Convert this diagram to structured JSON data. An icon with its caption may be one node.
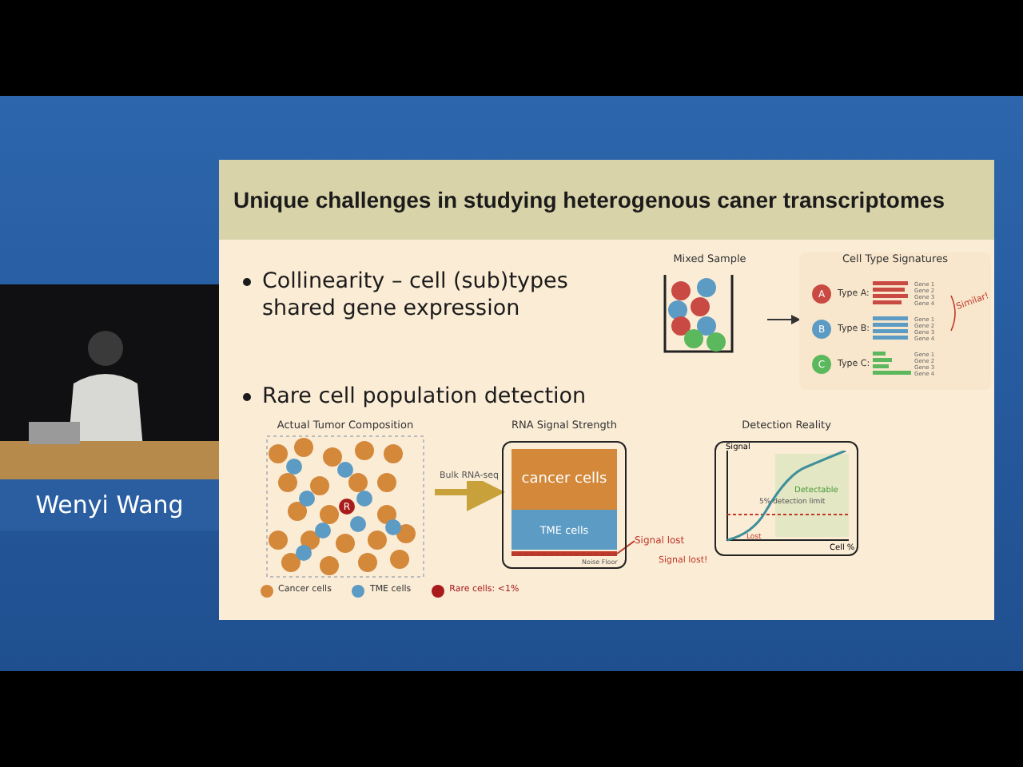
{
  "diagram": {
    "title": "Unique challenges in studying heterogenous caner transcriptomes",
    "nodes": [
      {
        "text": [
          "Mixed Sample"
        ]
      },
      {
        "text": [
          "Cell Type Signatures"
        ]
      },
      {
        "text": [
          "A"
        ],
        "in": 1,
        "beside": [
          "Type A:"
        ]
      },
      {
        "text": [
          "B"
        ],
        "in": 1,
        "beside": [
          "Type B:"
        ]
      },
      {
        "text": [
          "C"
        ],
        "in": 1,
        "beside": [
          "Type C:"
        ]
      },
      {
        "text": [
          "Actual Tumor Composition"
        ]
      },
      {
        "text": [
          "R"
        ],
        "in": 5
      },
      {
        "text": [
          "RNA Signal Strength"
        ]
      },
      {
        "text": [
          "cancer cells"
        ],
        "in": 7
      },
      {
        "text": [
          "TME cells"
        ],
        "in": 7
      },
      {
        "text": [
          "Detection Reality"
        ]
      },
      {
        "text": [
          "Signal lost"
        ]
      },
      {
        "text": [],
        "shape": "bar",
        "in": 7,
        "beside": [
          "Noise Floor"
        ]
      }
    ],
    "edges": [
      {
        "from": 0,
        "to": 1,
        "arrow": "to"
      },
      {
        "from": 5,
        "to": 7,
        "arrow": "to",
        "label": "Bulk RNA-seq",
        "style": "thick",
        "color": "#c9a13a"
      },
      {
        "from": 11,
        "to": 12,
        "arrow": "none",
        "color": "#c0392b"
      }
    ],
    "labels": [
      "Collinearity – cell (sub)types shared gene expression",
      "Gene 1",
      "Gene 2",
      "Gene 3",
      "Gene 4",
      "Gene 1",
      "Gene 2",
      "Gene 3",
      "Gene 4",
      "Gene 1",
      "Gene 2",
      "Gene 3",
      "Gene 4",
      "Similar!",
      "Rare cell population detection",
      "Signal",
      "Detectable",
      "5% detection limit",
      "Signal lost!",
      "Lost",
      "Cell %",
      "Wenyi Wang"
    ],
    "legend": [
      {
        "text": "Cancer cells",
        "color": "#d4883a"
      },
      {
        "text": "TME cells",
        "color": "#5b9bc4"
      },
      {
        "text": "Rare cells: <1%",
        "color": "#a81c1c"
      }
    ]
  }
}
